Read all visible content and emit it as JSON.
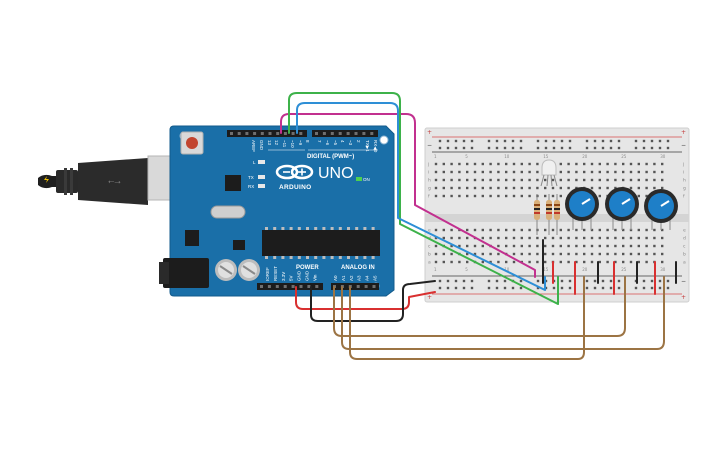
{
  "board": {
    "aref": "AREF",
    "gnd": "GND",
    "digital_pins": [
      "13",
      "12",
      "~11",
      "~10",
      "~9",
      "8",
      "7",
      "~6",
      "~5",
      "4",
      "~3",
      "2",
      "TX▶1",
      "RX◀0"
    ],
    "digital_label": "DIGITAL (PWM~)",
    "logo_text": "ARDUINO",
    "model": "UNO",
    "on_label": "ON",
    "led_l": "L",
    "led_tx": "TX",
    "led_rx": "RX",
    "power_label": "POWER",
    "power_pins": [
      "IOREF",
      "RESET",
      "3.3V",
      "5V",
      "GND",
      "GND",
      "Vin"
    ],
    "analog_label": "ANALOG IN",
    "analog_pins": [
      "A0",
      "A1",
      "A2",
      "A3",
      "A4",
      "A5"
    ]
  },
  "breadboard": {
    "row_letters_top": [
      "j",
      "i",
      "h",
      "g",
      "f"
    ],
    "row_letters_bottom": [
      "e",
      "d",
      "c",
      "b",
      "a"
    ],
    "column_numbers": [
      "1",
      "",
      "",
      "",
      "5",
      "",
      "",
      "",
      "",
      "10",
      "",
      "",
      "",
      "",
      "15",
      "",
      "",
      "",
      "",
      "20",
      "",
      "",
      "",
      "",
      "25",
      "",
      "",
      "",
      "",
      "30"
    ]
  },
  "colors": {
    "wire_magenta": "#c2308f",
    "wire_blue": "#2e8fd6",
    "wire_green": "#3db24a",
    "wire_red": "#d93030",
    "wire_black": "#222222",
    "wire_brown": "#9c7444",
    "board_blue": "#1a6fa8",
    "pot_blue": "#1e7fc8"
  }
}
